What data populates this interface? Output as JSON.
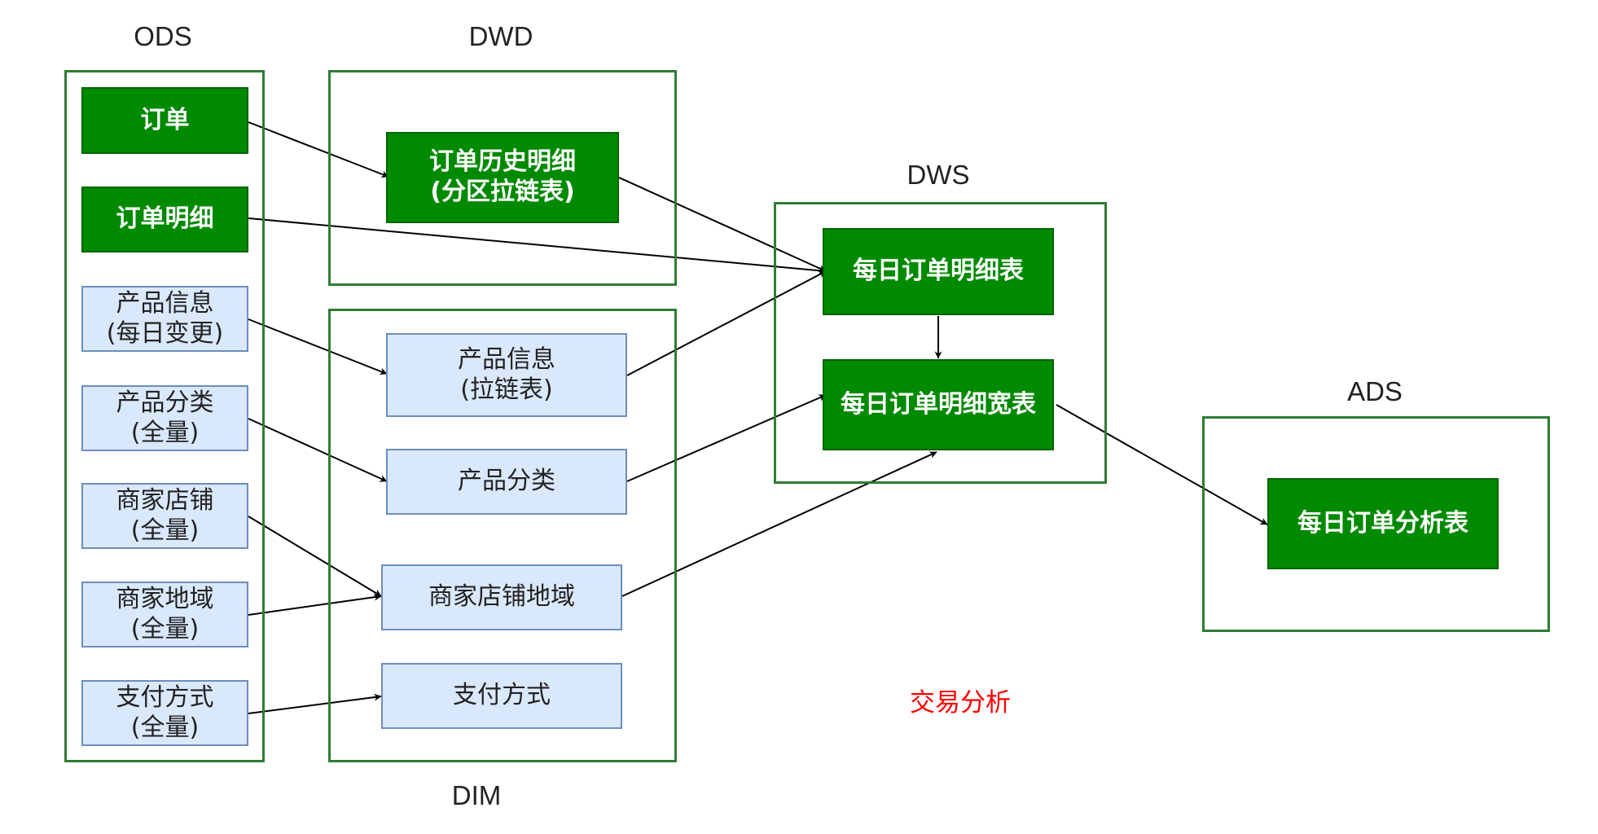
{
  "layers": {
    "ods": "ODS",
    "dwd": "DWD",
    "dim": "DIM",
    "dws": "DWS",
    "ads": "ADS"
  },
  "nodes": {
    "ods_order": {
      "line1": "订单",
      "line2": ""
    },
    "ods_order_detail": {
      "line1": "订单明细",
      "line2": ""
    },
    "ods_product_info": {
      "line1": "产品信息",
      "line2": "(每日变更)"
    },
    "ods_product_cat": {
      "line1": "产品分类",
      "line2": "(全量)"
    },
    "ods_merchant_shop": {
      "line1": "商家店铺",
      "line2": "(全量)"
    },
    "ods_merchant_area": {
      "line1": "商家地域",
      "line2": "(全量)"
    },
    "ods_payment": {
      "line1": "支付方式",
      "line2": "(全量)"
    },
    "dwd_order_hist": {
      "line1": "订单历史明细",
      "line2": "(分区拉链表)"
    },
    "dim_product_info": {
      "line1": "产品信息",
      "line2": "(拉链表)"
    },
    "dim_product_cat": {
      "line1": "产品分类",
      "line2": ""
    },
    "dim_merchant": {
      "line1": "商家店铺地域",
      "line2": ""
    },
    "dim_payment": {
      "line1": "支付方式",
      "line2": ""
    },
    "dws_daily_detail": {
      "line1": "每日订单明细表",
      "line2": ""
    },
    "dws_daily_wide": {
      "line1": "每日订单明细宽表",
      "line2": ""
    },
    "ads_daily_analysis": {
      "line1": "每日订单分析表",
      "line2": ""
    }
  },
  "note": "交易分析",
  "colors": {
    "layer_border": "#2e7d32",
    "green_fill": "#008a00",
    "blue_fill": "#dae8fc",
    "blue_border": "#6c8ebf",
    "note_text": "#ff0000",
    "edge": "#000000"
  },
  "edges": [
    {
      "from": "ods_order",
      "to": "dwd_order_hist"
    },
    {
      "from": "ods_order_detail",
      "to": "dws_daily_detail"
    },
    {
      "from": "dwd_order_hist",
      "to": "dws_daily_detail"
    },
    {
      "from": "ods_product_info",
      "to": "dim_product_info"
    },
    {
      "from": "ods_product_cat",
      "to": "dim_product_cat"
    },
    {
      "from": "ods_merchant_shop",
      "to": "dim_merchant"
    },
    {
      "from": "ods_merchant_area",
      "to": "dim_merchant"
    },
    {
      "from": "ods_payment",
      "to": "dim_payment"
    },
    {
      "from": "dim_product_info",
      "to": "dws_daily_detail"
    },
    {
      "from": "dim_product_cat",
      "to": "dws_daily_wide"
    },
    {
      "from": "dim_merchant",
      "to": "dws_daily_wide"
    },
    {
      "from": "dws_daily_detail",
      "to": "dws_daily_wide"
    },
    {
      "from": "dws_daily_wide",
      "to": "ads_daily_analysis"
    }
  ]
}
